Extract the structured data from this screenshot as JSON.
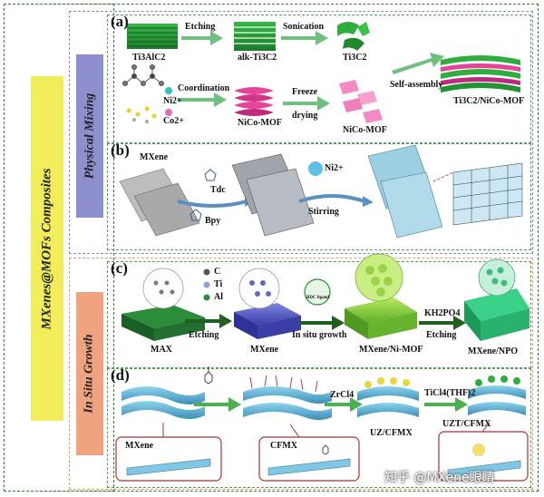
{
  "sidebar": {
    "title": "MXenes@MOFs Composites"
  },
  "sections": {
    "physical_mixing": "Physical Mixing",
    "in_situ_growth": "In Situ Growth"
  },
  "panel_a": {
    "tag": "(a)",
    "ti3alc2": "Ti3AlC2",
    "etching": "Etching",
    "alk": "alk-Ti3C2",
    "sonication": "Sonication",
    "ti3c2": "Ti3C2",
    "ni": "Ni2+",
    "co": "Co2+",
    "coordination": "Coordination",
    "nicomof1": "NiCo-MOF",
    "freeze": "Freeze",
    "drying": "drying",
    "nicomof2": "NiCo-MOF",
    "selfassembly": "Self-assembly",
    "product": "Ti3C2/NiCo-MOF"
  },
  "panel_b": {
    "tag": "(b)",
    "mxene": "MXene",
    "tdc": "Tdc",
    "bpy": "Bpy",
    "ni": "Ni2+",
    "stirring": "Stirring"
  },
  "panel_c": {
    "tag": "(c)",
    "c": "C",
    "ti": "Ti",
    "al": "Al",
    "max": "MAX",
    "etching": "Etching",
    "mxene": "MXene",
    "bdc": "BDC ligand",
    "insitu": "In situ growth",
    "nimof": "MXene/Ni-MOF",
    "kh2po4": "KH2PO4",
    "etching2": "Etching",
    "npo": "MXene/NPO"
  },
  "panel_d": {
    "tag": "(d)",
    "zrcl": "ZrCl4",
    "ticl": "TiCl4(THF)2",
    "uz": "UZ/CFMX",
    "uzt": "UZT/CFMX",
    "mxene": "MXene",
    "cfmx": "CFMX"
  },
  "watermark": "知乎 @MXene眼睛",
  "colors": {
    "green_arrow": "#6fbf7f",
    "dark_green_arrow": "#1f5f1f",
    "yellow": "#f1ec5a",
    "purple": "#8e8fce",
    "orange": "#f0a37f"
  }
}
